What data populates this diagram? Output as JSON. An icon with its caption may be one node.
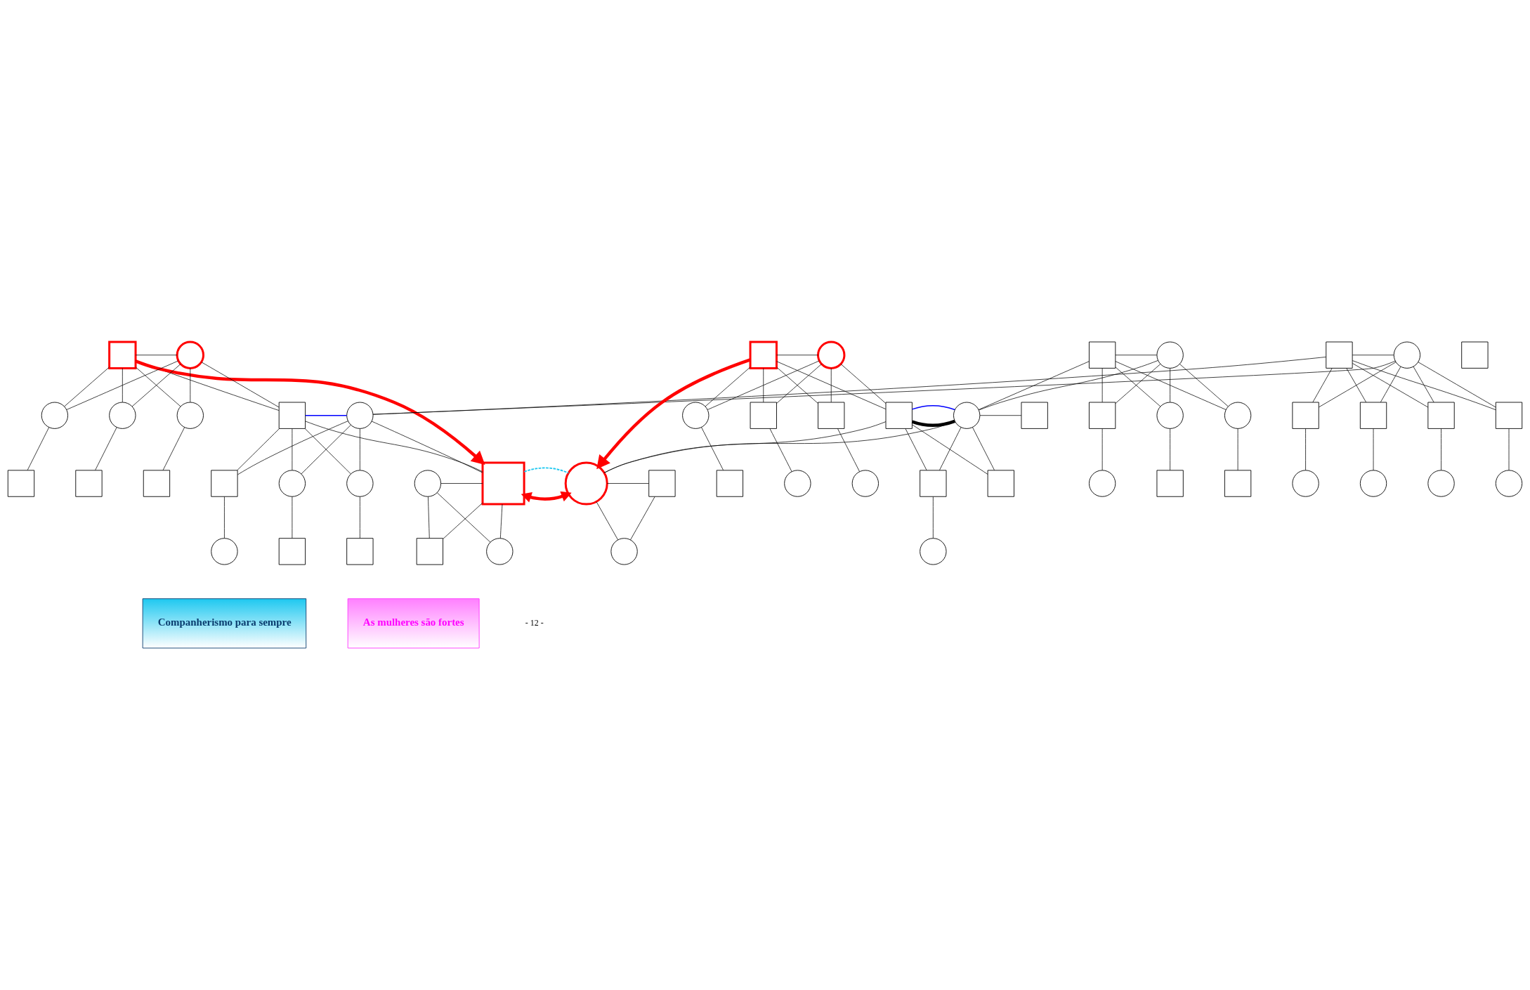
{
  "diagram": {
    "nodes": [
      {
        "text": [],
        "shape": "box"
      },
      {
        "text": [],
        "shape": "circle"
      },
      {
        "text": [],
        "shape": "circle"
      },
      {
        "text": [],
        "shape": "circle"
      },
      {
        "text": [],
        "shape": "circle"
      },
      {
        "text": [],
        "shape": "box"
      },
      {
        "text": [],
        "shape": "box"
      },
      {
        "text": [],
        "shape": "box"
      },
      {
        "text": [],
        "shape": "box"
      },
      {
        "text": [],
        "shape": "circle"
      },
      {
        "text": [],
        "shape": "box"
      },
      {
        "text": [],
        "shape": "box"
      },
      {
        "text": [],
        "shape": "box"
      },
      {
        "text": [],
        "shape": "box"
      },
      {
        "text": [],
        "shape": "circle"
      },
      {
        "text": [],
        "shape": "circle"
      },
      {
        "text": [],
        "shape": "circle"
      },
      {
        "text": [],
        "shape": "circle"
      },
      {
        "text": [],
        "shape": "box"
      },
      {
        "text": [],
        "shape": "circle"
      },
      {
        "text": [],
        "shape": "box"
      },
      {
        "text": [],
        "shape": "box"
      },
      {
        "text": [],
        "shape": "circle"
      },
      {
        "text": [],
        "shape": "circle"
      },
      {
        "text": [],
        "shape": "circle"
      },
      {
        "text": [],
        "shape": "box"
      },
      {
        "text": [],
        "shape": "box"
      },
      {
        "text": [],
        "shape": "circle"
      },
      {
        "text": [],
        "shape": "box"
      },
      {
        "text": [],
        "shape": "box"
      },
      {
        "text": [],
        "shape": "circle"
      },
      {
        "text": [
          "Companherismo para sempre"
        ]
      },
      {
        "text": [],
        "shape": "box"
      },
      {
        "text": [],
        "shape": "circle"
      },
      {
        "text": [],
        "shape": "box"
      },
      {
        "text": [],
        "shape": "circle"
      },
      {
        "text": [],
        "shape": "circle"
      },
      {
        "text": [],
        "shape": "box"
      },
      {
        "text": [],
        "shape": "box"
      },
      {
        "text": [],
        "shape": "box"
      },
      {
        "text": [],
        "shape": "circle"
      },
      {
        "text": [],
        "shape": "circle"
      },
      {
        "text": [],
        "shape": "box"
      },
      {
        "text": [],
        "shape": "circle"
      },
      {
        "text": [],
        "shape": "circle"
      },
      {
        "text": [],
        "shape": "circle"
      },
      {
        "text": [],
        "shape": "box"
      },
      {
        "text": [],
        "shape": "box"
      },
      {
        "text": [],
        "shape": "box"
      },
      {
        "text": [],
        "shape": "circle"
      },
      {
        "text": [],
        "shape": "box"
      },
      {
        "text": [],
        "shape": "box"
      },
      {
        "text": [],
        "shape": "box"
      },
      {
        "text": [],
        "shape": "circle"
      },
      {
        "text": [],
        "shape": "circle"
      },
      {
        "text": [],
        "shape": "box"
      },
      {
        "text": [],
        "shape": "circle"
      },
      {
        "text": [
          "As mulheres são fortes"
        ]
      }
    ],
    "edges": [
      {
        "from": 0,
        "to": 1,
        "arrow": "none"
      },
      {
        "from": 0,
        "to": 2,
        "arrow": "none"
      },
      {
        "from": 1,
        "to": 2,
        "arrow": "none"
      },
      {
        "from": 0,
        "to": 3,
        "arrow": "none"
      },
      {
        "from": 1,
        "to": 3,
        "arrow": "none"
      },
      {
        "from": 0,
        "to": 4,
        "arrow": "none"
      },
      {
        "from": 1,
        "to": 4,
        "arrow": "none"
      },
      {
        "from": 0,
        "to": 18,
        "arrow": "none"
      },
      {
        "from": 1,
        "to": 18,
        "arrow": "none"
      },
      {
        "from": 2,
        "to": 5,
        "arrow": "none"
      },
      {
        "from": 3,
        "to": 6,
        "arrow": "none"
      },
      {
        "from": 4,
        "to": 7,
        "arrow": "none"
      },
      {
        "from": 8,
        "to": 9,
        "arrow": "none"
      },
      {
        "from": 8,
        "to": 10,
        "arrow": "none"
      },
      {
        "from": 9,
        "to": 10,
        "arrow": "none"
      },
      {
        "from": 8,
        "to": 11,
        "arrow": "none"
      },
      {
        "from": 9,
        "to": 11,
        "arrow": "none"
      },
      {
        "from": 8,
        "to": 12,
        "arrow": "none"
      },
      {
        "from": 9,
        "to": 12,
        "arrow": "none"
      },
      {
        "from": 8,
        "to": 13,
        "arrow": "none"
      },
      {
        "from": 9,
        "to": 13,
        "arrow": "none"
      },
      {
        "from": 8,
        "to": 19,
        "arrow": "none"
      },
      {
        "from": 9,
        "to": 19,
        "arrow": "none"
      },
      {
        "from": 10,
        "to": 14,
        "arrow": "none"
      },
      {
        "from": 11,
        "to": 15,
        "arrow": "none"
      },
      {
        "from": 12,
        "to": 16,
        "arrow": "none"
      },
      {
        "from": 13,
        "to": 17,
        "arrow": "none"
      },
      {
        "from": 18,
        "to": 19,
        "arrow": "none",
        "color": "#0000ff"
      },
      {
        "from": 18,
        "to": 28,
        "arrow": "none"
      },
      {
        "from": 19,
        "to": 28,
        "arrow": "none"
      },
      {
        "from": 18,
        "to": 20,
        "arrow": "none"
      },
      {
        "from": 19,
        "to": 20,
        "arrow": "none"
      },
      {
        "from": 18,
        "to": 22,
        "arrow": "none"
      },
      {
        "from": 19,
        "to": 22,
        "arrow": "none"
      },
      {
        "from": 18,
        "to": 23,
        "arrow": "none"
      },
      {
        "from": 19,
        "to": 23,
        "arrow": "none"
      },
      {
        "from": 20,
        "to": 24,
        "arrow": "none"
      },
      {
        "from": 22,
        "to": 25,
        "arrow": "none"
      },
      {
        "from": 23,
        "to": 26,
        "arrow": "none"
      },
      {
        "from": 27,
        "to": 28,
        "arrow": "none"
      },
      {
        "from": 27,
        "to": 29,
        "arrow": "none"
      },
      {
        "from": 28,
        "to": 29,
        "arrow": "none"
      },
      {
        "from": 27,
        "to": 30,
        "arrow": "none"
      },
      {
        "from": 28,
        "to": 30,
        "arrow": "none"
      },
      {
        "from": 0,
        "to": 28,
        "arrow": "to",
        "style": "thick",
        "color": "#ff0000"
      },
      {
        "from": 28,
        "to": 54,
        "arrow": "both",
        "style": "thick",
        "color": "#ff0000"
      },
      {
        "from": 28,
        "to": 54,
        "arrow": "none",
        "style": "dashed",
        "color": "#1ec8f0"
      },
      {
        "from": 32,
        "to": 33,
        "arrow": "none"
      },
      {
        "from": 32,
        "to": 36,
        "arrow": "none"
      },
      {
        "from": 33,
        "to": 36,
        "arrow": "none"
      },
      {
        "from": 32,
        "to": 37,
        "arrow": "none"
      },
      {
        "from": 33,
        "to": 37,
        "arrow": "none"
      },
      {
        "from": 32,
        "to": 38,
        "arrow": "none"
      },
      {
        "from": 33,
        "to": 38,
        "arrow": "none"
      },
      {
        "from": 32,
        "to": 48,
        "arrow": "none"
      },
      {
        "from": 33,
        "to": 48,
        "arrow": "none"
      },
      {
        "from": 36,
        "to": 42,
        "arrow": "none"
      },
      {
        "from": 37,
        "to": 43,
        "arrow": "none"
      },
      {
        "from": 38,
        "to": 44,
        "arrow": "none"
      },
      {
        "from": 34,
        "to": 35,
        "arrow": "none"
      },
      {
        "from": 34,
        "to": 49,
        "arrow": "none"
      },
      {
        "from": 35,
        "to": 49,
        "arrow": "none"
      },
      {
        "from": 34,
        "to": 39,
        "arrow": "none"
      },
      {
        "from": 35,
        "to": 39,
        "arrow": "none"
      },
      {
        "from": 34,
        "to": 40,
        "arrow": "none"
      },
      {
        "from": 35,
        "to": 40,
        "arrow": "none"
      },
      {
        "from": 34,
        "to": 41,
        "arrow": "none"
      },
      {
        "from": 35,
        "to": 41,
        "arrow": "none"
      },
      {
        "from": 39,
        "to": 45,
        "arrow": "none"
      },
      {
        "from": 40,
        "to": 46,
        "arrow": "none"
      },
      {
        "from": 41,
        "to": 47,
        "arrow": "none"
      },
      {
        "from": 48,
        "to": 49,
        "arrow": "none",
        "style": "thick"
      },
      {
        "from": 48,
        "to": 49,
        "arrow": "none",
        "color": "#0000ff"
      },
      {
        "from": 49,
        "to": 50,
        "arrow": "none"
      },
      {
        "from": 48,
        "to": 51,
        "arrow": "none"
      },
      {
        "from": 49,
        "to": 51,
        "arrow": "none"
      },
      {
        "from": 48,
        "to": 54,
        "arrow": "none"
      },
      {
        "from": 49,
        "to": 54,
        "arrow": "none"
      },
      {
        "from": 48,
        "to": 52,
        "arrow": "none"
      },
      {
        "from": 49,
        "to": 52,
        "arrow": "none"
      },
      {
        "from": 51,
        "to": 53,
        "arrow": "none"
      },
      {
        "from": 54,
        "to": 55,
        "arrow": "none"
      },
      {
        "from": 54,
        "to": 56,
        "arrow": "none"
      },
      {
        "from": 55,
        "to": 56,
        "arrow": "none"
      },
      {
        "from": 32,
        "to": 54,
        "arrow": "to",
        "style": "thick",
        "color": "#ff0000"
      }
    ],
    "labels": [
      "- 12 -"
    ]
  }
}
